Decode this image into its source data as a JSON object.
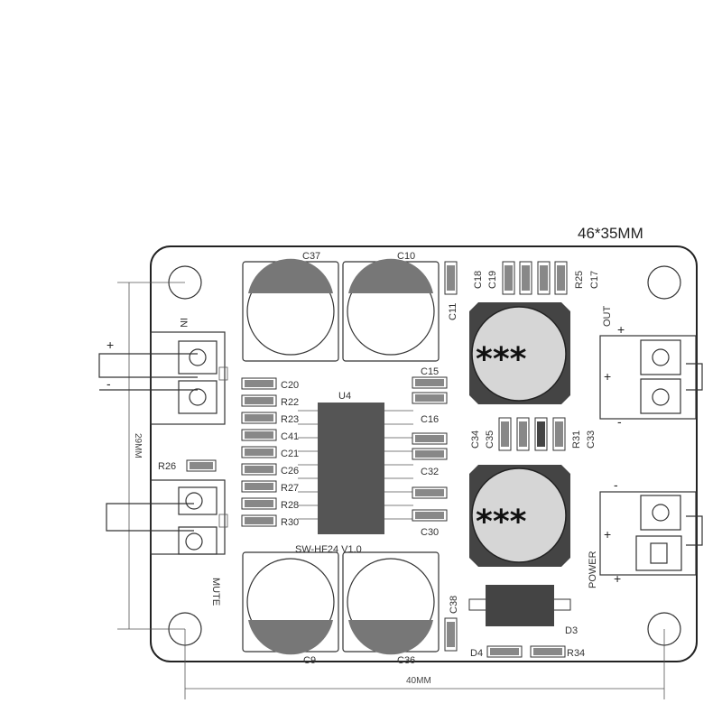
{
  "title": "46*35MM",
  "board_label": "SW-HF24 V1.0",
  "chip_label": "U4",
  "ind_mark": "***",
  "dims": {
    "width": "40MM",
    "height": "29MM"
  },
  "caps_left": [
    "C20",
    "R22",
    "R23",
    "C41",
    "C21",
    "C26",
    "R27",
    "R28",
    "R30"
  ],
  "caps_right": [
    "C15",
    "C16",
    "C32",
    "C30"
  ],
  "elec_caps": [
    "C37",
    "C10",
    "C9",
    "C36"
  ],
  "top_small": [
    "C11",
    "C18",
    "C19",
    "R25",
    "C17"
  ],
  "mid_small": [
    "C34",
    "C35",
    "R31",
    "C33"
  ],
  "misc": {
    "r26": "R26",
    "c38": "C38",
    "d3": "D3",
    "d4": "D4",
    "r34": "R34"
  },
  "terminals": {
    "out": "OUT",
    "power": "POWER",
    "mute": "MUTE",
    "in": "IN"
  },
  "signs": {
    "plus": "+",
    "minus": "-"
  }
}
